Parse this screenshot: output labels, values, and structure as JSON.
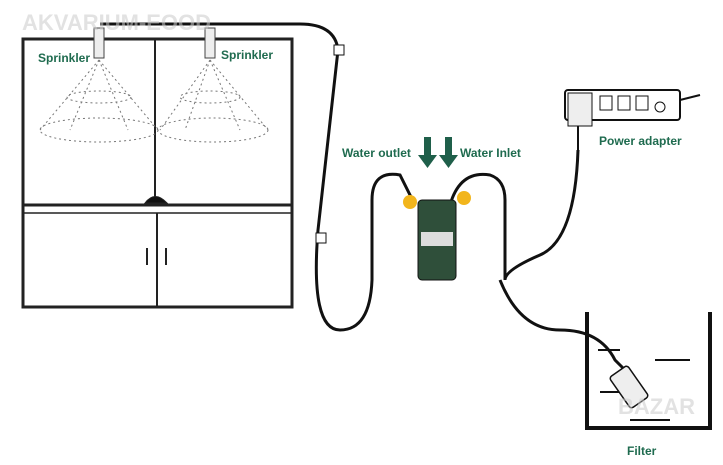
{
  "labels": {
    "sprinkler_left": "Sprinkler",
    "sprinkler_right": "Sprinkler",
    "water_outlet": "Water outlet",
    "water_inlet": "Water Inlet",
    "power_adapter": "Power adapter",
    "filter": "Filter"
  },
  "watermarks": {
    "top": "AKVARIUM-EOOD",
    "bottom": "BAZAR"
  },
  "colors": {
    "label": "#1f6b4f",
    "arrow": "#1f5f4a",
    "pump_accent": "#f2b51c"
  }
}
